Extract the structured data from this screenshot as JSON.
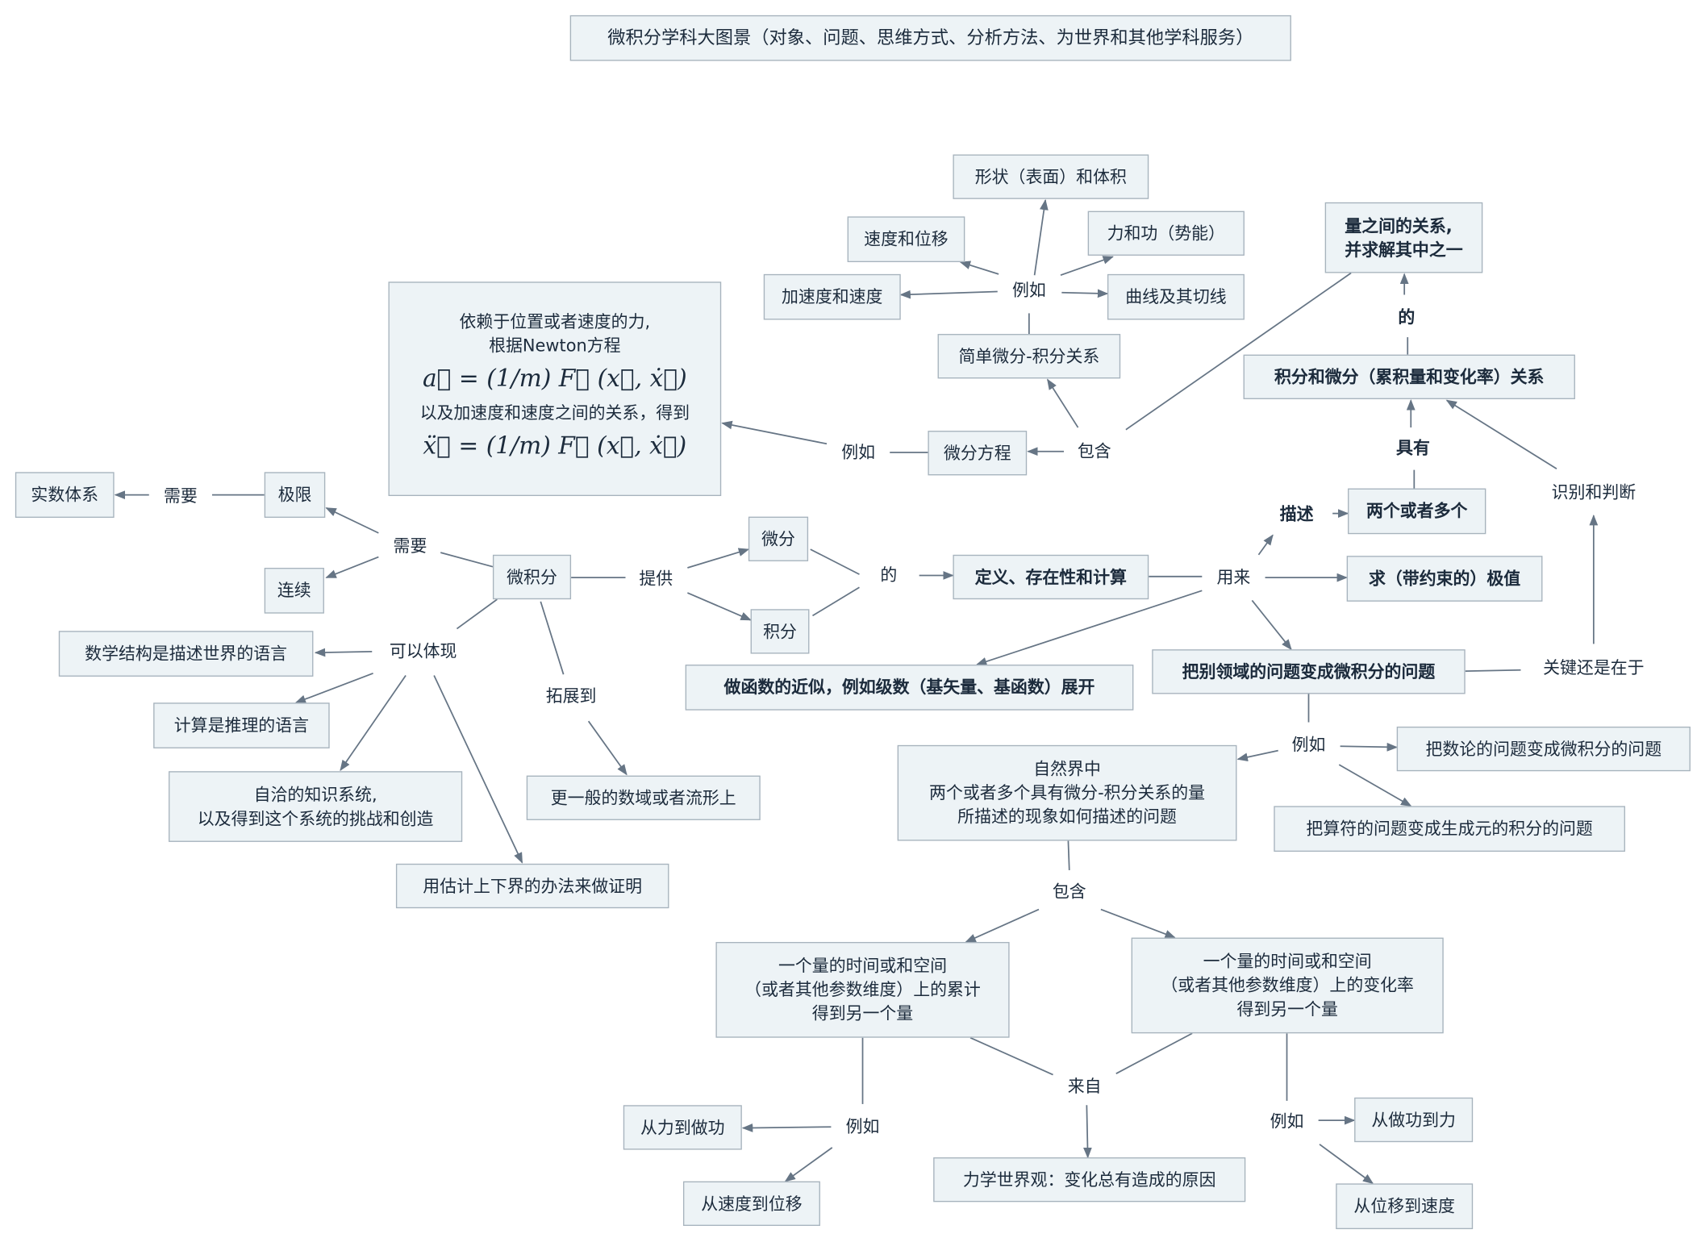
{
  "title": "微积分学科大图景（对象、问题、思维方式、分析方法、为世界和其他学科服务）",
  "colors": {
    "node_fill": "#edf3f6",
    "node_border": "#a7b3bd",
    "text": "#1c2b3c",
    "edge": "#667585"
  },
  "nodes": {
    "shape": "形状（表面）和体积",
    "vel_disp": "速度和位移",
    "force_work": "力和功（势能）",
    "acc_vel": "加速度和速度",
    "curve": "曲线及其切线",
    "simple": "简单微分-积分关系",
    "relation": "量之间的关系,\n并求解其中之一",
    "int_diff_rel": "积分和微分（累积量和变化率）关系",
    "newton_l1": "依赖于位置或者速度的力,",
    "newton_l2": "根据Newton方程",
    "newton_f1": "a⃗ = (1/m) F⃗ (x⃗, ẋ⃗)",
    "newton_l3": "以及加速度和速度之间的关系，得到",
    "newton_f2": "ẍ⃗ = (1/m) F⃗ (x⃗, ẋ⃗)",
    "diffeq": "微分方程",
    "two_more": "两个或者多个",
    "real": "实数体系",
    "limit": "极限",
    "continuity": "连续",
    "calculus": "微积分",
    "differential": "微分",
    "integral": "积分",
    "definition": "定义、存在性和计算",
    "extremum": "求（带约束的）极值",
    "math_struct": "数学结构是描述世界的语言",
    "approx": "做函数的近似，例如级数（基矢量、基函数）展开",
    "transform": "把别领域的问题变成微积分的问题",
    "computation": "计算是推理的语言",
    "selfcons": "自洽的知识系统,\n以及得到这个系统的挑战和创造",
    "general": "更一般的数域或者流形上",
    "number_theory": "把数论的问题变成微积分的问题",
    "nature": "自然界中\n两个或者多个具有微分-积分关系的量\n所描述的现象如何描述的问题",
    "operator": "把算符的问题变成生成元的积分的问题",
    "bounds": "用估计上下界的办法来做证明",
    "accum": "一个量的时间或和空间\n（或者其他参数维度）上的累计\n得到另一个量",
    "rate": "一个量的时间或和空间\n（或者其他参数维度）上的变化率\n得到另一个量",
    "force_to_work": "从力到做功",
    "vel_to_disp": "从速度到位移",
    "worldview": "力学世界观：变化总有造成的原因",
    "work_to_force": "从做功到力",
    "disp_to_vel": "从位移到速度"
  },
  "labels": {
    "eg": "例如",
    "of": "的",
    "contains": "包含",
    "has": "具有",
    "describe": "描述",
    "identify": "识别和判断",
    "need": "需要",
    "provide": "提供",
    "use_for": "用来",
    "reflect": "可以体现",
    "key": "关键还是在于",
    "extend": "拓展到",
    "from": "来自"
  }
}
